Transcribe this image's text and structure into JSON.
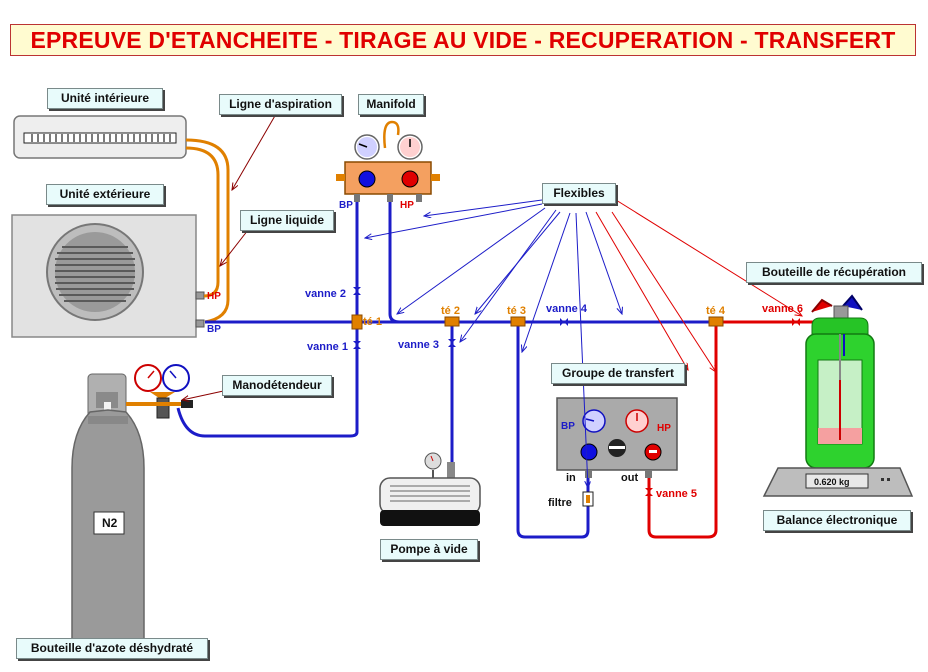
{
  "title": "EPREUVE D'ETANCHEITE - TIRAGE AU VIDE - RECUPERATION - TRANSFERT",
  "labels": {
    "unite_interieure": "Unité intérieure",
    "unite_exterieure": "Unité extérieure",
    "ligne_aspiration": "Ligne d'aspiration",
    "ligne_liquide": "Ligne liquide",
    "manifold": "Manifold",
    "flexibles": "Flexibles",
    "manodetendeur": "Manodétendeur",
    "bouteille_azote": "Bouteille d'azote déshydraté",
    "pompe_vide": "Pompe à vide",
    "groupe_transfert": "Groupe de transfert",
    "bouteille_recuperation": "Bouteille de récupération",
    "balance": "Balance électronique"
  },
  "texts": {
    "hp": "HP",
    "bp": "BP",
    "n2": "N2",
    "vanne1": "vanne 1",
    "vanne2": "vanne 2",
    "vanne3": "vanne 3",
    "vanne4": "vanne 4",
    "vanne5": "vanne 5",
    "vanne6": "vanne 6",
    "te1": "té 1",
    "te2": "té 2",
    "te3": "té 3",
    "te4": "té 4",
    "in": "in",
    "out": "out",
    "filtre": "filtre",
    "balance_reading": "0.620 kg"
  },
  "colors": {
    "bp_line": "#1c1cc8",
    "hp_line": "#e00000",
    "copper_line": "#e08000",
    "title_red": "#e00000"
  }
}
